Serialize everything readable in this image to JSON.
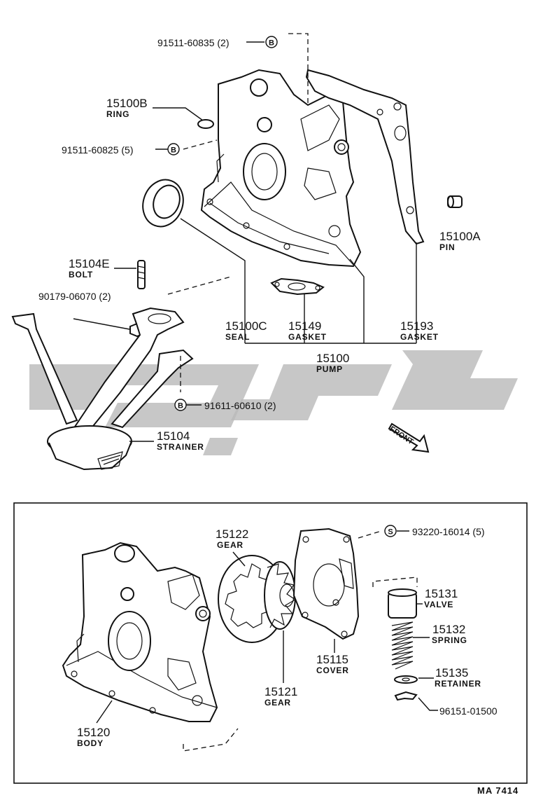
{
  "labels": {
    "bolt_b_top": {
      "num": "91511-60835 (2)",
      "sym": "B"
    },
    "ring": {
      "num": "15100B",
      "name": "RING"
    },
    "bolt_b_mid": {
      "num": "91511-60825 (5)",
      "sym": "B"
    },
    "pin": {
      "num": "15100A",
      "name": "PIN"
    },
    "bolt": {
      "num": "15104E",
      "name": "BOLT"
    },
    "nut": {
      "num": "90179-06070 (2)"
    },
    "seal": {
      "num": "15100C",
      "name": "SEAL"
    },
    "gasket_small": {
      "num": "15149",
      "name": "GASKET"
    },
    "gasket_large": {
      "num": "15193",
      "name": "GASKET"
    },
    "pump": {
      "num": "15100",
      "name": "PUMP"
    },
    "bolt_b_strainer": {
      "num": "91611-60610 (2)",
      "sym": "B"
    },
    "strainer": {
      "num": "15104",
      "name": "STRAINER"
    },
    "front": {
      "text": "FRONT"
    },
    "gear_outer": {
      "num": "15122",
      "name": "GEAR"
    },
    "screw_s": {
      "num": "93220-16014 (5)",
      "sym": "S"
    },
    "valve": {
      "num": "15131",
      "name": "VALVE"
    },
    "spring": {
      "num": "15132",
      "name": "SPRING"
    },
    "cover": {
      "num": "15115",
      "name": "COVER"
    },
    "retainer": {
      "num": "15135",
      "name": "RETAINER"
    },
    "gear_inner": {
      "num": "15121",
      "name": "GEAR"
    },
    "clip": {
      "num": "96151-01500"
    },
    "body": {
      "num": "15120",
      "name": "BODY"
    }
  },
  "footer": {
    "code": "MA  7414"
  }
}
